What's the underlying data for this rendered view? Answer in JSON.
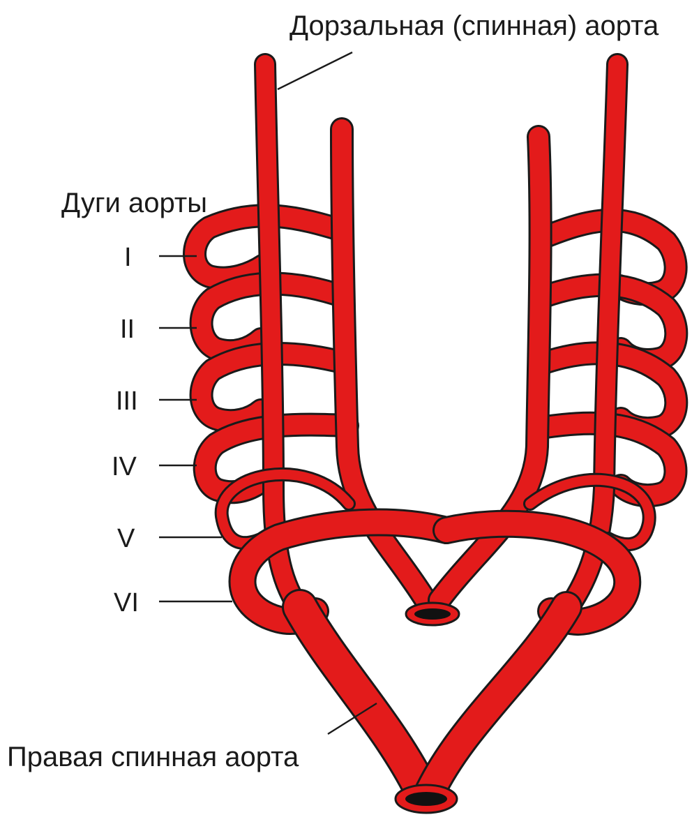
{
  "colors": {
    "vessel": "#e31b1b",
    "outline": "#1a1a1a",
    "lumen": "#111111",
    "background": "#ffffff"
  },
  "labels": {
    "dorsal_aorta": "Дорзальная (спинная) аорта",
    "aortic_arches": "Дуги аорты",
    "right_dorsal_aorta": "Правая спинная аорта",
    "arches": [
      "I",
      "II",
      "III",
      "IV",
      "V",
      "VI"
    ]
  }
}
